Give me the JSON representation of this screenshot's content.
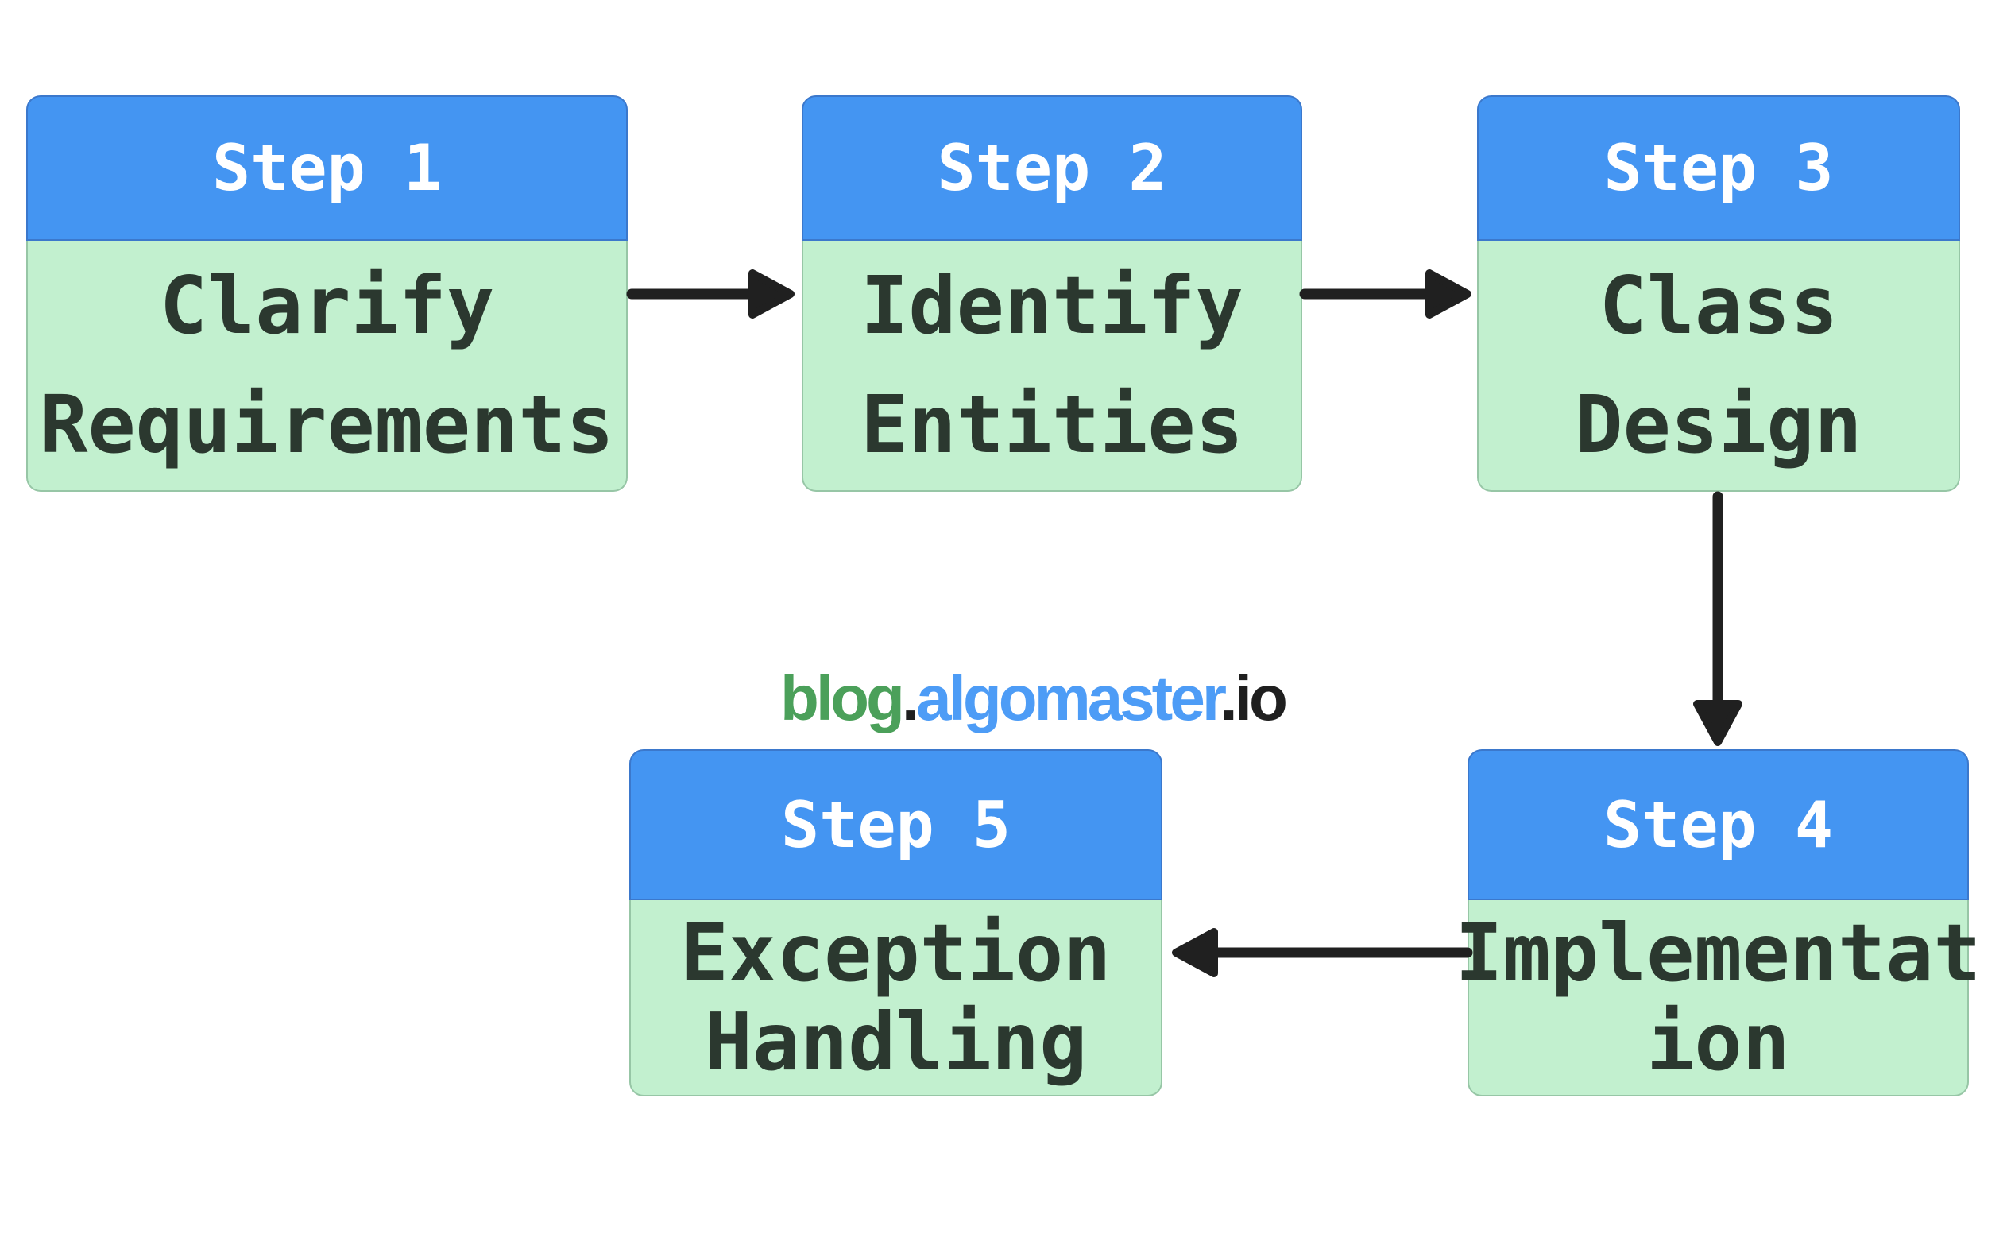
{
  "diagram": {
    "title_semantic": "Low-level design interview steps flowchart",
    "colors": {
      "background": "#ffffff",
      "step_header_fill": "#4495F2",
      "step_header_border": "#3B78CC",
      "step_body_fill": "#C2F0CF",
      "step_body_border": "#97C6A6",
      "step_title_text": "#ffffff",
      "step_body_text": "#2B382F",
      "arrow": "#202020"
    },
    "steps": [
      {
        "title": "Step 1",
        "label": "Clarify Requirements",
        "lines": [
          "Clarify",
          "Requirements"
        ]
      },
      {
        "title": "Step 2",
        "label": "Identify Entities",
        "lines": [
          "Identify",
          "Entities"
        ]
      },
      {
        "title": "Step 3",
        "label": "Class Design",
        "lines": [
          "Class",
          "Design"
        ]
      },
      {
        "title": "Step 4",
        "label": "Implementation",
        "lines": [
          "Implementat",
          "ion"
        ]
      },
      {
        "title": "Step 5",
        "label": "Exception Handling",
        "lines": [
          "Exception",
          "Handling"
        ]
      }
    ],
    "arrows": [
      {
        "from": "Step 1",
        "to": "Step 2",
        "direction": "right"
      },
      {
        "from": "Step 2",
        "to": "Step 3",
        "direction": "right"
      },
      {
        "from": "Step 3",
        "to": "Step 4",
        "direction": "down"
      },
      {
        "from": "Step 4",
        "to": "Step 5",
        "direction": "left"
      }
    ],
    "watermark": {
      "text": "blog.algomaster.io",
      "segments": [
        {
          "text": "blog",
          "color": "#4BA05A"
        },
        {
          "text": ".",
          "color": "#1F1F1F"
        },
        {
          "text": "algomaster",
          "color": "#4D9CF6"
        },
        {
          "text": ".",
          "color": "#1F1F1F"
        },
        {
          "text": "io",
          "color": "#1F1F1F"
        }
      ]
    }
  }
}
